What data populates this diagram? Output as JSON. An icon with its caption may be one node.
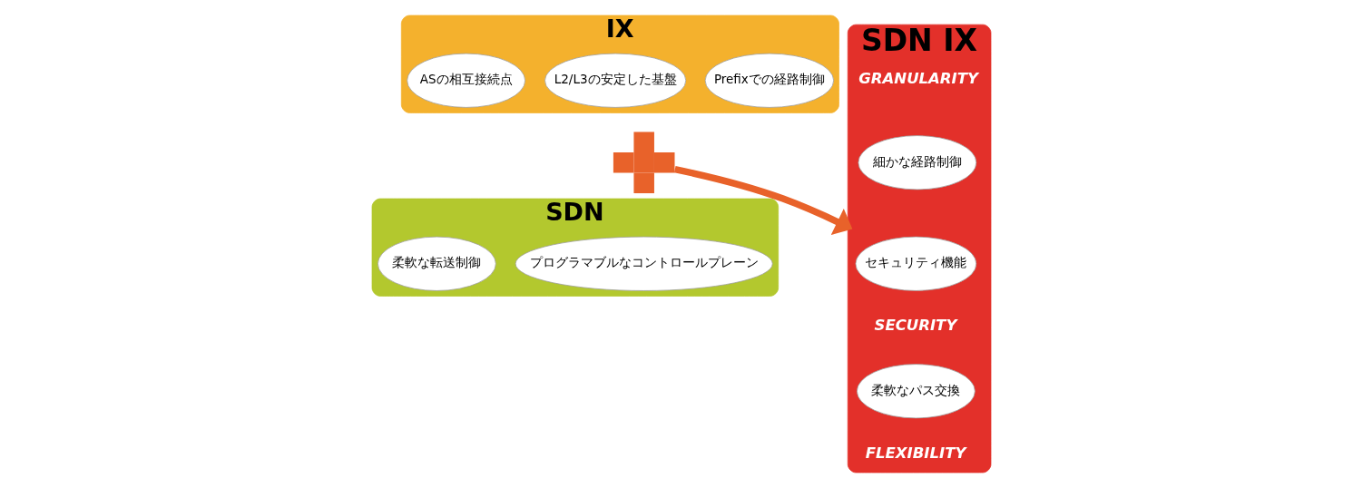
{
  "diagram": {
    "nodes": [
      {
        "text": [
          "IX"
        ]
      },
      {
        "text": [
          "ASの相互接続点"
        ],
        "in": 0
      },
      {
        "text": [
          "L2/L3の安定した基盤"
        ],
        "in": 0
      },
      {
        "text": [
          "Prefixでの経路制御"
        ],
        "in": 0
      },
      {
        "text": [
          "SDN"
        ]
      },
      {
        "text": [
          "柔軟な転送制御"
        ],
        "in": 4
      },
      {
        "text": [
          "プログラマブルなコントロールプレーン"
        ],
        "in": 4
      },
      {
        "text": [],
        "shape": "cross"
      },
      {
        "text": [
          "SDN IX"
        ]
      },
      {
        "text": [
          "細かな経路制御"
        ],
        "in": 8
      },
      {
        "text": [
          "セキュリティ機能"
        ],
        "in": 8
      },
      {
        "text": [
          "柔軟なパス交換"
        ],
        "in": 8
      }
    ],
    "edges": [
      {
        "from": 7,
        "to": 8,
        "arrow": "to"
      }
    ],
    "labels": [
      "GRANULARITY",
      "SECURITY",
      "FLEXIBILITY"
    ]
  }
}
